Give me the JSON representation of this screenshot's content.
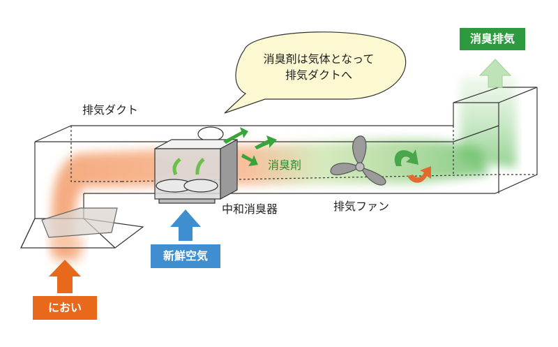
{
  "labels": {
    "duct": "排気ダクト",
    "neutralizer": "中和消臭器",
    "fan": "排気ファン",
    "deodorant": "消臭剤"
  },
  "tags": {
    "exhaust": "消臭排気",
    "fresh_air": "新鮮空気",
    "odor": "におい"
  },
  "bubble": {
    "line1": "消臭剤は気体となって",
    "line2": "排気ダクトへ"
  },
  "colors": {
    "odor": "#e8691c",
    "fresh_air": "#3e8ed0",
    "exhaust": "#2e9a40",
    "bubble_fill": "#fbf8d2"
  }
}
